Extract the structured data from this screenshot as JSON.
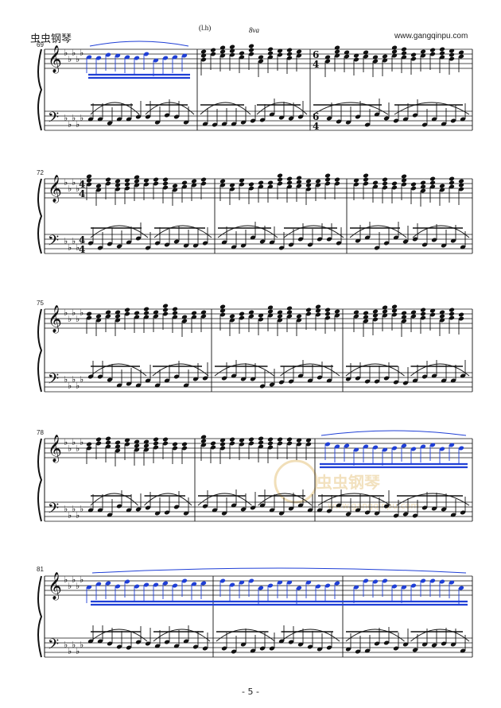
{
  "header": {
    "site_name_cn": "虫虫钢琴",
    "site_url": "www.gangqinpu.com"
  },
  "systems": [
    {
      "measure_start": "69",
      "time_signatures": [
        "6/4"
      ]
    },
    {
      "measure_start": "72",
      "time_signatures": [
        "4/4"
      ]
    },
    {
      "measure_start": "75",
      "time_signatures": []
    },
    {
      "measure_start": "78",
      "time_signatures": []
    },
    {
      "measure_start": "81",
      "time_signatures": []
    }
  ],
  "annotations": {
    "left_hand_marking": "(l.h)",
    "octave_marking": "8va"
  },
  "watermark": {
    "brand_cn": "虫虫钢琴",
    "url": "www.gangqinpu.com"
  },
  "footer": {
    "page_number": "- 5 -"
  },
  "colors": {
    "ink": "#111111",
    "highlight": "#1f3fd6",
    "watermark": "#e8c98a"
  }
}
